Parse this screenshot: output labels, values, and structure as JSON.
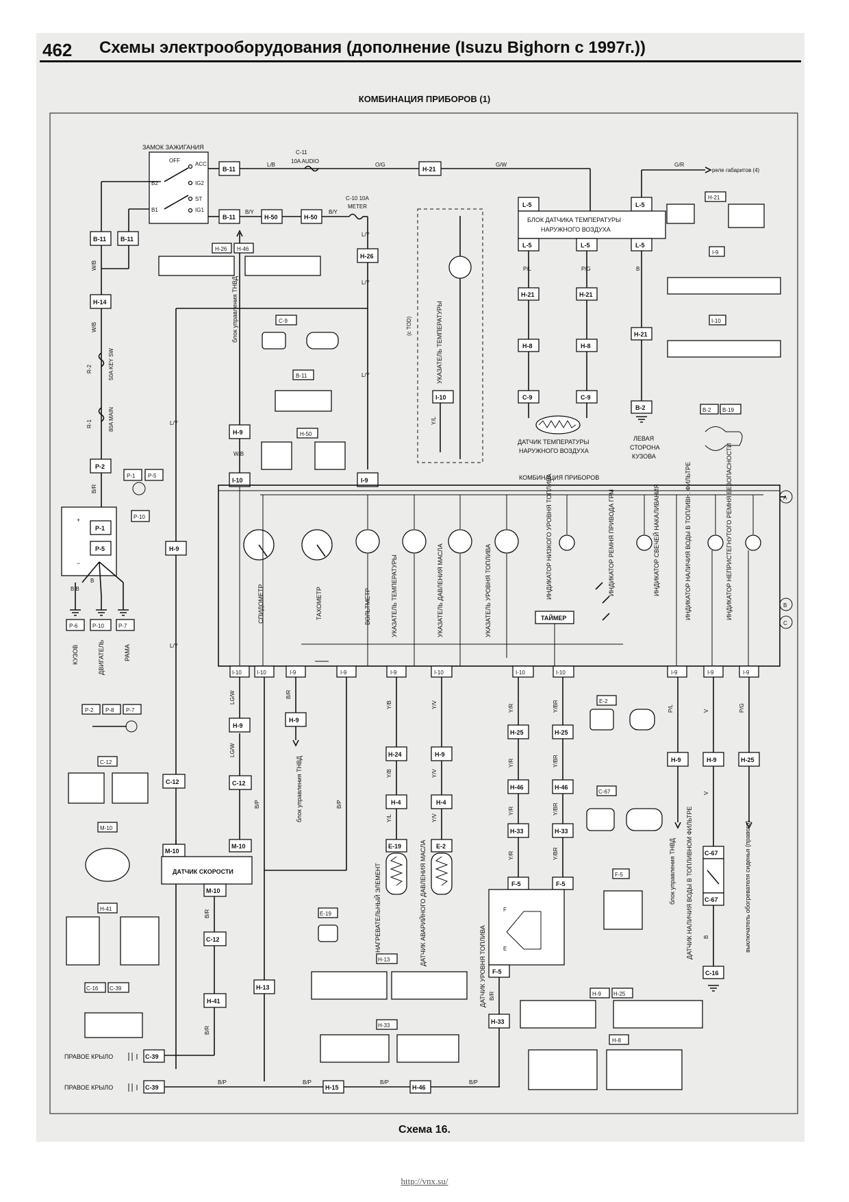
{
  "header": {
    "page_number": "462",
    "title": "Схемы электрооборудования (дополнение (Isuzu Bighorn с 1997г.))"
  },
  "subtitle": "КОМБИНАЦИЯ ПРИБОРОВ (1)",
  "caption": "Схема 16.",
  "footer": "http://vnx.su/",
  "components": {
    "ignition_switch": "ЗАМОК ЗАЖИГАНИЯ",
    "ignition_positions": [
      "OFF",
      "ACC",
      "IG2",
      "ST",
      "IG1",
      "B2",
      "B1"
    ],
    "outside_temp_block_1": "БЛОК ДАТЧИКА ТЕМПЕРАТУРЫ",
    "outside_temp_block_2": "НАРУЖНОГО ВОЗДУХА",
    "outside_temp_sensor_1": "ДАТЧИК ТЕМПЕРАТУРЫ",
    "outside_temp_sensor_2": "НАРУЖНОГО ВОЗДУХА",
    "left_body_1": "ЛЕВАЯ",
    "left_body_2": "СТОРОНА",
    "left_body_3": "КУЗОВА",
    "tail_relay": "реле габаритов (4)",
    "combination_meter": "КОМБИНАЦИЯ ПРИБОРОВ",
    "temp_gauge_tod": "УКАЗАТЕЛЬ ТЕМПЕРАТУРЫ",
    "tod_note": "(с TOD)",
    "tnvd_control_up": "блок управления ТНВД",
    "tnvd_control_down": "блок управления ТНВД",
    "speedometer": "СПИДОМЕТР",
    "tachometer": "ТАХОМЕТР",
    "voltmeter": "ВОЛЬТМЕТР",
    "temp_gauge": "УКАЗАТЕЛЬ ТЕМПЕРАТУРЫ",
    "oil_gauge": "УКАЗАТЕЛЬ ДАВЛЕНИЯ МАСЛА",
    "fuel_gauge": "УКАЗАТЕЛЬ УРОВНЯ ТОПЛИВА",
    "low_fuel": "ИНДИКАТОР НИЗКОГО УРОВНЯ ТОПЛИВА",
    "timing_belt": "ИНДИКАТОР РЕМНЯ ПРИВОДА ГРМ",
    "timer": "ТАЙМЕР",
    "glow_plug": "ИНДИКАТОР СВЕЧЕЙ НАКАЛИВАНИЯ",
    "water_in_fuel": "ИНДИКАТОР НАЛИЧИЯ ВОДЫ В ТОПЛИВН. ФИЛЬТРЕ",
    "seat_belt": "ИНДИКАТОР НЕПРИСТЕГНУТОГО РЕМНЯ БЕЗОПАСНОСТИ",
    "body": "КУЗОВ",
    "engine": "ДВИГАТЕЛЬ",
    "frame": "РАМА",
    "speed_sensor": "ДАТЧИК СКОРОСТИ",
    "heater_element": "НАГРЕВАТЕЛЬНЫЙ ЭЛЕМЕНТ",
    "oil_pressure_sensor": "ДАТЧИК АВАРИЙНОГО ДАВЛЕНИЯ МАСЛА",
    "fuel_level_sensor": "ДАТЧИК УРОВНЯ ТОПЛИВА",
    "water_sensor": "ДАТЧИК НАЛИЧИЯ ВОДЫ В ТОПЛИВНОМ ФИЛЬТРЕ",
    "seat_heater_switch": "выключатель обогревателя сиденья (правого)",
    "right_fender_1": "ПРАВОЕ КРЫЛО",
    "right_fender_2": "ПРАВОЕ КРЫЛО",
    "fuse_c11": "C-11",
    "fuse_c11_val": "10A AUDIO",
    "fuse_c10": "C-10 10A",
    "fuse_c10_val": "METER",
    "fuse_r2": "R-2",
    "fuse_r2_val": "50A KEY SW",
    "fuse_r1": "R-1",
    "fuse_r1_val": "80A MAIN",
    "markers": [
      "A",
      "B",
      "C"
    ]
  },
  "connectors": {
    "B-11": "B-11",
    "H-50": "H-50",
    "H-21": "H-21",
    "L-5": "L-5",
    "H-26": "H-26",
    "H-14": "H-14",
    "P-2": "P-2",
    "P-1": "P-1",
    "P-5": "P-5",
    "P-6": "P-6",
    "P-7": "P-7",
    "P-10": "P-10",
    "H-9": "H-9",
    "I-10": "I-10",
    "I-9": "I-9",
    "H-8": "H-8",
    "C-9": "C-9",
    "B-2": "B-2",
    "B-19": "B-19",
    "C-12": "C-12",
    "M-10": "M-10",
    "H-41": "H-41",
    "H-13": "H-13",
    "C-39": "C-39",
    "C-16": "C-16",
    "H-15": "H-15",
    "H-46": "H-46",
    "H-24": "H-24",
    "H-4": "H-4",
    "E-19": "E-19",
    "E-2": "E-2",
    "H-25": "H-25",
    "H-33": "H-33",
    "F-5": "F-5",
    "C-67": "C-67",
    "H-46h": "H-46"
  },
  "wires": {
    "LB": "L/B",
    "OG": "O/G",
    "GW": "G/W",
    "GR": "G/R",
    "BY": "B/Y",
    "LY": "L/Y",
    "WB": "W/B",
    "BR": "B/R",
    "PL": "P/L",
    "PG": "P/G",
    "B": "B",
    "BB": "B B",
    "LGW": "LG/W",
    "BP": "B/P",
    "YB": "Y/B",
    "YV": "Y/V",
    "YL": "Y/L",
    "YR": "Y/R",
    "YBR": "Y/BR",
    "V": "V"
  }
}
